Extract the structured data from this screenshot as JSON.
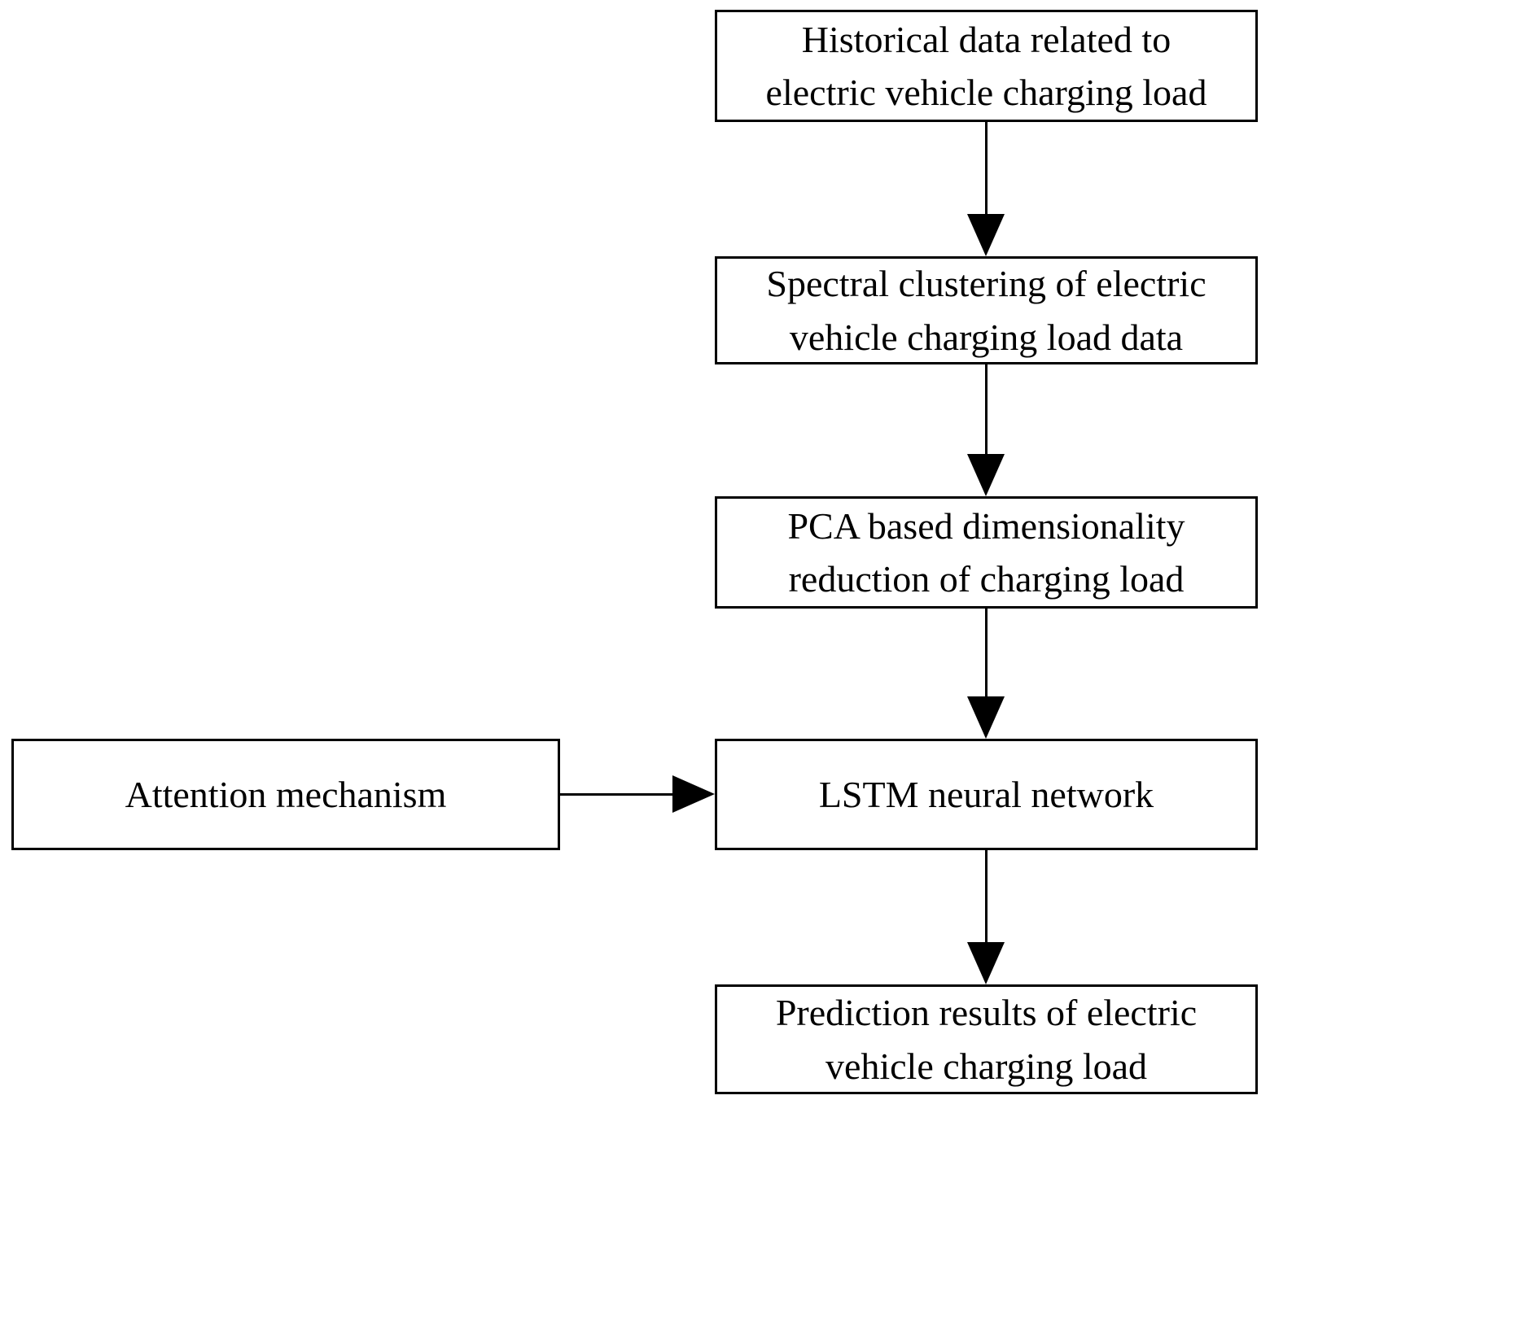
{
  "diagram": {
    "type": "flowchart",
    "nodes": {
      "historical": {
        "line1": "Historical data related to",
        "line2": "electric vehicle charging load"
      },
      "spectral": {
        "line1": "Spectral clustering of electric",
        "line2": "vehicle charging load data"
      },
      "pca": {
        "line1": "PCA based dimensionality",
        "line2": "reduction of charging load"
      },
      "attention": {
        "line1": "Attention mechanism"
      },
      "lstm": {
        "line1": "LSTM neural network"
      },
      "prediction": {
        "line1": "Prediction results of electric",
        "line2": "vehicle charging load"
      }
    },
    "edges": [
      {
        "from": "historical",
        "to": "spectral",
        "direction": "down"
      },
      {
        "from": "spectral",
        "to": "pca",
        "direction": "down"
      },
      {
        "from": "pca",
        "to": "lstm",
        "direction": "down"
      },
      {
        "from": "attention",
        "to": "lstm",
        "direction": "right"
      },
      {
        "from": "lstm",
        "to": "prediction",
        "direction": "down"
      }
    ],
    "colors": {
      "border": "#000000",
      "background": "#ffffff",
      "text": "#000000",
      "arrow": "#000000"
    }
  }
}
